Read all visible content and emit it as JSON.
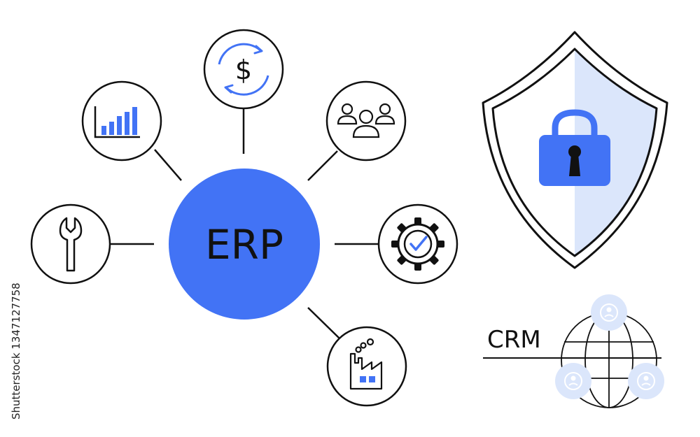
{
  "erp": {
    "label": "ERP"
  },
  "crm": {
    "label": "CRM"
  },
  "watermark": {
    "text": "Shutterstock 1347127758"
  },
  "colors": {
    "accent": "#4273f5",
    "accent_light": "#dbe6fb",
    "stroke": "#111111",
    "background": "#ffffff"
  },
  "nodes": [
    {
      "id": "currency-exchange",
      "icon": "dollar-refresh-icon"
    },
    {
      "id": "analytics",
      "icon": "bar-chart-icon"
    },
    {
      "id": "team",
      "icon": "user-group-icon"
    },
    {
      "id": "maintenance",
      "icon": "wrench-icon"
    },
    {
      "id": "settings-approved",
      "icon": "gear-check-icon"
    },
    {
      "id": "manufacturing",
      "icon": "factory-icon"
    }
  ]
}
